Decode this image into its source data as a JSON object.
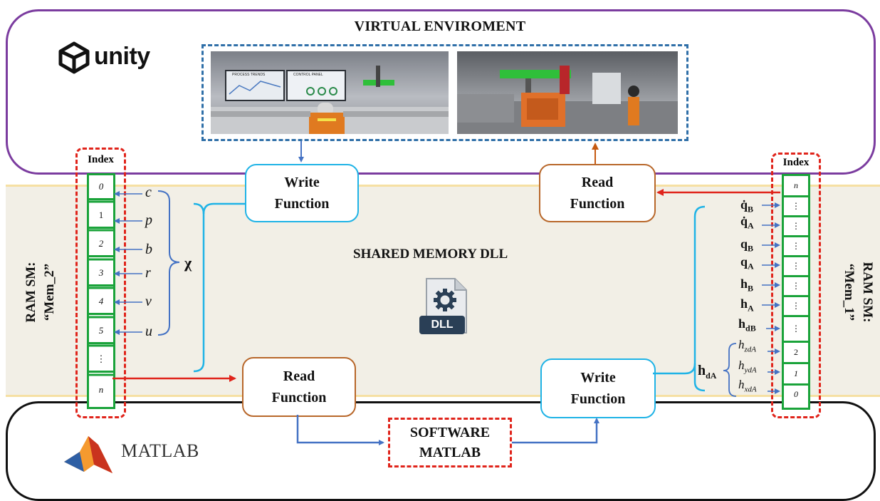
{
  "virtual_env": {
    "title": "VIRTUAL ENVIROMENT",
    "unity_logo": "unity"
  },
  "screens": {
    "left": {
      "panel1": "PROCESS TRENDS",
      "panel2": "CONTROL PANEL"
    }
  },
  "shared_memory": {
    "title": "SHARED MEMORY DLL",
    "dll_badge": "DLL"
  },
  "left_memory": {
    "index_label": "Index",
    "cells": [
      "0",
      "1",
      "2",
      "3",
      "4",
      "5",
      "⋮",
      "n"
    ],
    "variables": [
      "c",
      "p",
      "b",
      "r",
      "v",
      "u"
    ],
    "group_label": "χ",
    "ram_label_line1": "RAM SM:",
    "ram_label_line2": "“Mem_2”"
  },
  "right_memory": {
    "index_label": "Index",
    "cells": [
      "n",
      "⋮",
      "⋮",
      "⋮",
      "⋮",
      "⋮",
      "⋮",
      "⋮",
      "2",
      "1",
      "0"
    ],
    "variables": [
      {
        "base": "q̇",
        "sub": "B"
      },
      {
        "base": "q̇",
        "sub": "A"
      },
      {
        "base": "q",
        "sub": "B"
      },
      {
        "base": "q",
        "sub": "A"
      },
      {
        "base": "h",
        "sub": "B"
      },
      {
        "base": "h",
        "sub": "A"
      },
      {
        "base": "h",
        "sub": "dB"
      }
    ],
    "h_components": [
      {
        "base": "h",
        "sub": "zdA"
      },
      {
        "base": "h",
        "sub": "ydA"
      },
      {
        "base": "h",
        "sub": "xdA"
      }
    ],
    "group_label": {
      "base": "h",
      "sub": "dA"
    },
    "ram_label_line1": "RAM SM:",
    "ram_label_line2": "“Mem_1”"
  },
  "functions": {
    "write_top": {
      "line1": "Write",
      "line2": "Function"
    },
    "read_top": {
      "line1": "Read",
      "line2": "Function"
    },
    "read_bottom": {
      "line1": "Read",
      "line2": "Function"
    },
    "write_bottom": {
      "line1": "Write",
      "line2": "Function"
    }
  },
  "software": {
    "line1": "SOFTWARE",
    "line2": "MATLAB"
  },
  "matlab_logo": "MATLAB",
  "colors": {
    "unity_border": "#7b3c9f",
    "shared_band": "#f2efe6",
    "shared_border": "#f5dfa0",
    "cell_green": "#1aa33a",
    "dashed_red": "#e0241b",
    "blue_border": "#1fb3e6",
    "orange_border": "#b8672a",
    "arrow_blue": "#4472c4",
    "arrow_orange": "#c55a11",
    "arrow_red": "#e0241b"
  }
}
